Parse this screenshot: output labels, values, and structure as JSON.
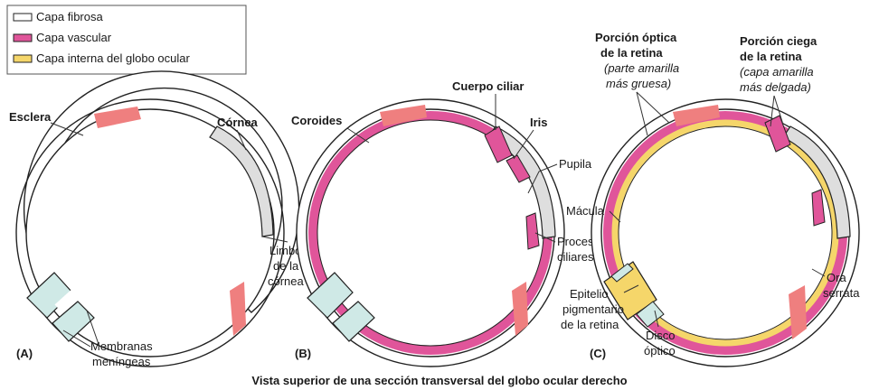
{
  "legend": {
    "items": [
      {
        "label": "Capa fibrosa",
        "color": "#ffffff"
      },
      {
        "label": "Capa vascular",
        "color": "#e0559a"
      },
      {
        "label": "Capa interna del globo ocular",
        "color": "#f5d66a"
      }
    ]
  },
  "panels": {
    "a": {
      "letter": "(A)",
      "labels": {
        "esclera": "Esclera",
        "cornea": "Córnea",
        "limbo": [
          "Limbo",
          "de la",
          "córnea"
        ],
        "membranas": [
          "Membranas",
          "meníngeas"
        ]
      }
    },
    "b": {
      "letter": "(B)",
      "labels": {
        "coroides": "Coroides",
        "cuerpo_ciliar": "Cuerpo ciliar",
        "iris": "Iris",
        "pupila": "Pupila",
        "procesos": [
          "Procesos",
          "ciliares"
        ]
      }
    },
    "c": {
      "letter": "(C)",
      "labels": {
        "optica": [
          "Porción óptica",
          "de la retina"
        ],
        "optica_note": [
          "(parte amarilla",
          "más gruesa)"
        ],
        "ciega": [
          "Porción ciega",
          "de la retina"
        ],
        "ciega_note": [
          "(capa amarilla",
          "más delgada)"
        ],
        "macula": "Mácula",
        "epitelio": [
          "Epitelio",
          "pigmentario",
          "de la retina"
        ],
        "disco": [
          "Disco",
          "óptico"
        ],
        "ora": [
          "Ora",
          "serrata"
        ]
      }
    }
  },
  "caption": "Vista superior de una sección transversal del globo ocular derecho",
  "colors": {
    "outline": "#222222",
    "fibrous": "#ffffff",
    "cornea": "#dedede",
    "vascular": "#e0559a",
    "retina": "#f5d66a",
    "muscle": "#ef7f7f",
    "nerve": "#cfe9e6"
  }
}
